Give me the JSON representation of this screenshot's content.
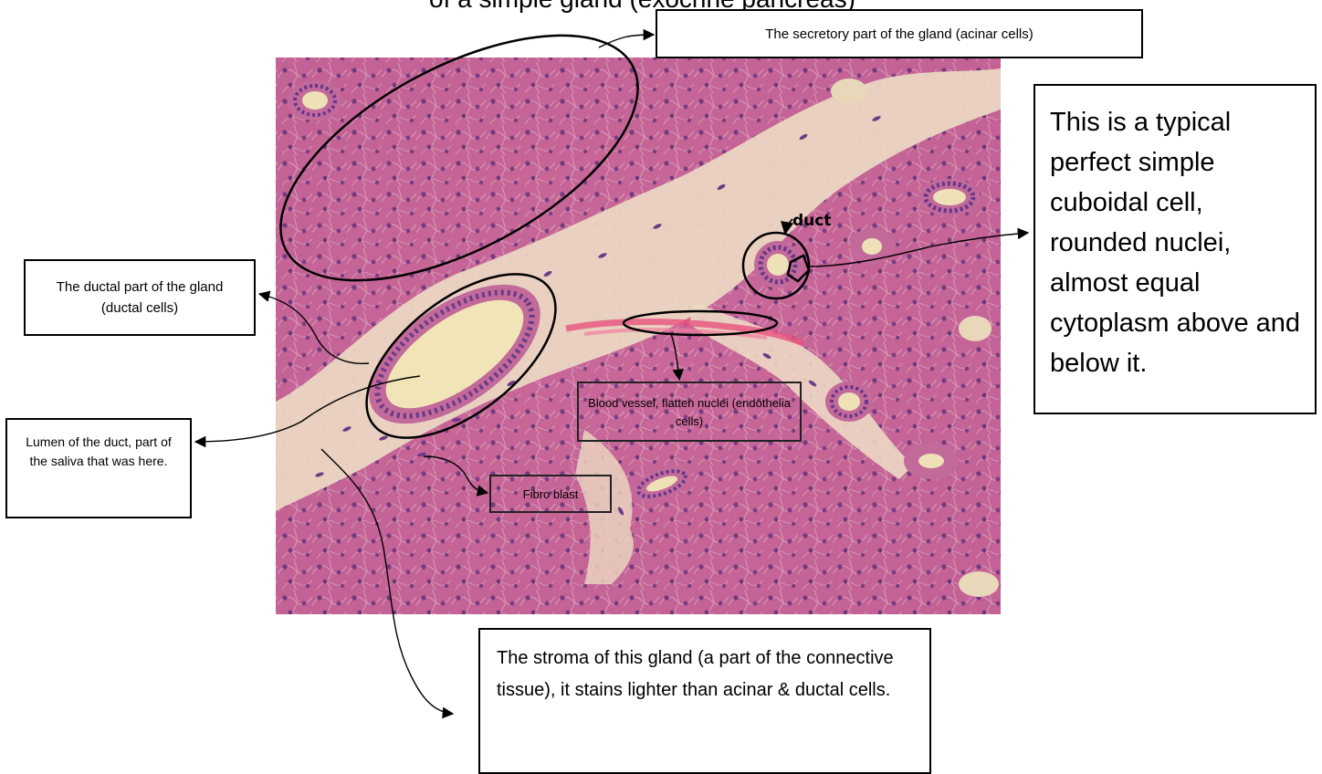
{
  "heading_partial": "of a simple gland (exocrine pancreas)",
  "micrograph": {
    "description_colors": {
      "tissue": "#c85f8e",
      "stroma": "#ecd8c6",
      "nuclei": "#5a2f7a",
      "vessel": "#e64f7c"
    }
  },
  "labels": {
    "secretory": "The secretory part of the gland (acinar cells)",
    "ductal": "The ductal part of the gland (ductal cells)",
    "lumen": "Lumen of the duct, part of the saliva that was here.",
    "cuboidal": "This is a typical perfect simple cuboidal cell, rounded nuclei, almost equal cytoplasm above and below it.",
    "blood": "Blood vessel, flatten nuclei (endothelia cells)",
    "fibro": "Fibro blast",
    "stroma": "The stroma of this gland (a part of the connective tissue), it stains lighter than acinar & ductal cells.",
    "duct_handwritten": "duct"
  }
}
